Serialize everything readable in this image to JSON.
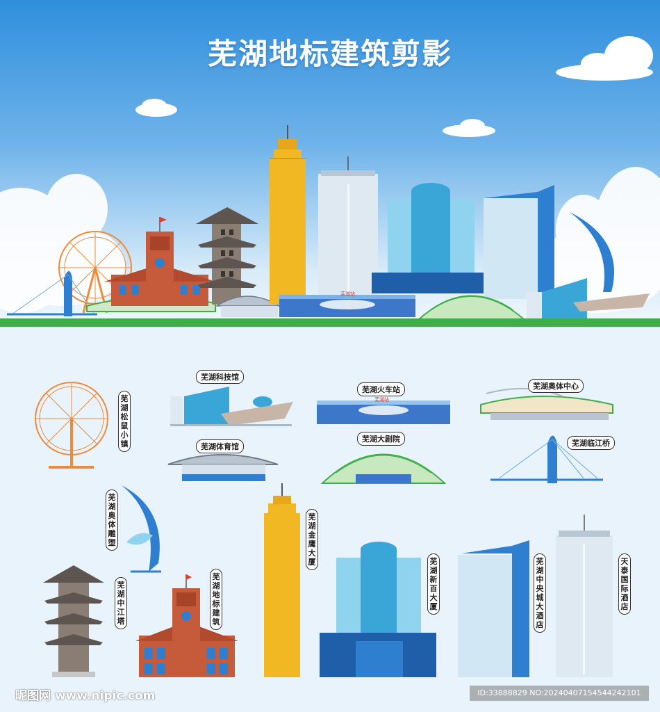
{
  "title": "芜湖地标建筑剪影",
  "labels": {
    "songshu": "芜湖松鼠小镇",
    "keji": "芜湖科技馆",
    "huoche": "芜湖火车站",
    "aoti_center": "芜湖奥体中心",
    "tiyu": "芜湖体育馆",
    "juyuan": "芜湖大剧院",
    "linjiang": "芜湖临江桥",
    "diaosu": "芜湖奥体雕塑",
    "jinying": "芜湖金鹰大厦",
    "xinbai": "芜湖新百大厦",
    "zhongyang": "芜湖中央城大酒店",
    "tiantai": "天泰国际酒店",
    "zhongjiang": "芜湖中江塔",
    "dibiao": "芜湖地标建筑"
  },
  "station_sign": "芜湖站",
  "watermark": {
    "left": "昵图网 www.nipic.com",
    "right": "ID:33888829 NO:20240407154544242101"
  },
  "colors": {
    "sky_top": "#2f8fdc",
    "ground": "#3fae49",
    "lower_bg": "#e8f3fb",
    "gold": "#f2b824",
    "brick": "#c65b3c",
    "tower_blue": "#2e7fd0",
    "glass": "#8fd3ef"
  }
}
